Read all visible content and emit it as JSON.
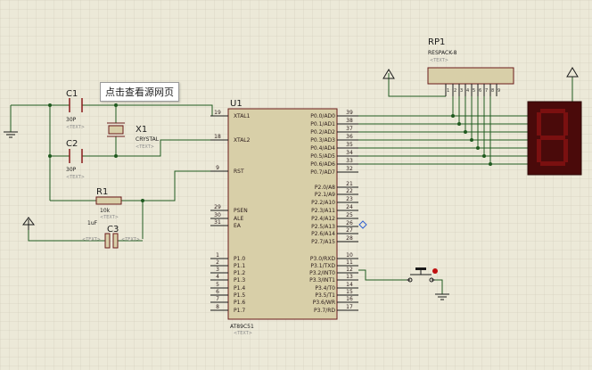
{
  "tooltip": "点击查看源网页",
  "u1": {
    "ref": "U1",
    "part": "AT89C51",
    "text": "<TEXT>",
    "left_pins": [
      {
        "name": "XTAL1",
        "num": "19"
      },
      {
        "name": "XTAL2",
        "num": "18"
      },
      {
        "name": "RST",
        "num": "9"
      },
      {
        "name": "PSEN",
        "num": "29"
      },
      {
        "name": "ALE",
        "num": "30"
      },
      {
        "name": "EA",
        "num": "31"
      },
      {
        "name": "P1.0",
        "num": "1"
      },
      {
        "name": "P1.1",
        "num": "2"
      },
      {
        "name": "P1.2",
        "num": "3"
      },
      {
        "name": "P1.3",
        "num": "4"
      },
      {
        "name": "P1.4",
        "num": "5"
      },
      {
        "name": "P1.5",
        "num": "6"
      },
      {
        "name": "P1.6",
        "num": "7"
      },
      {
        "name": "P1.7",
        "num": "8"
      }
    ],
    "right_pins": [
      {
        "name": "P0.0/AD0",
        "num": "39"
      },
      {
        "name": "P0.1/AD1",
        "num": "38"
      },
      {
        "name": "P0.2/AD2",
        "num": "37"
      },
      {
        "name": "P0.3/AD3",
        "num": "36"
      },
      {
        "name": "P0.4/AD4",
        "num": "35"
      },
      {
        "name": "P0.5/AD5",
        "num": "34"
      },
      {
        "name": "P0.6/AD6",
        "num": "33"
      },
      {
        "name": "P0.7/AD7",
        "num": "32"
      },
      {
        "name": "P2.0/A8",
        "num": "21"
      },
      {
        "name": "P2.1/A9",
        "num": "22"
      },
      {
        "name": "P2.2/A10",
        "num": "23"
      },
      {
        "name": "P2.3/A11",
        "num": "24"
      },
      {
        "name": "P2.4/A12",
        "num": "25"
      },
      {
        "name": "P2.5/A13",
        "num": "26"
      },
      {
        "name": "P2.6/A14",
        "num": "27"
      },
      {
        "name": "P2.7/A15",
        "num": "28"
      },
      {
        "name": "P3.0/RXD",
        "num": "10"
      },
      {
        "name": "P3.1/TXD",
        "num": "11"
      },
      {
        "name": "P3.2/INT0",
        "num": "12"
      },
      {
        "name": "P3.3/INT1",
        "num": "13"
      },
      {
        "name": "P3.4/T0",
        "num": "14"
      },
      {
        "name": "P3.5/T1",
        "num": "15"
      },
      {
        "name": "P3.6/WR",
        "num": "16"
      },
      {
        "name": "P3.7/RD",
        "num": "17"
      }
    ]
  },
  "c1": {
    "ref": "C1",
    "value": "30P",
    "text": "<TEXT>"
  },
  "c2": {
    "ref": "C2",
    "value": "30P",
    "text": "<TEXT>"
  },
  "x1": {
    "ref": "X1",
    "value": "CRYSTAL",
    "text": "<TEXT>"
  },
  "r1": {
    "ref": "R1",
    "value": "10k",
    "text": "<TEXT>"
  },
  "c3": {
    "ref": "C3",
    "value": "1uF",
    "text": "<TEXT>"
  },
  "rp1": {
    "ref": "RP1",
    "value": "RESPACK-8",
    "text": "<TEXT>",
    "pins": [
      "1",
      "2",
      "3",
      "4",
      "5",
      "6",
      "7",
      "8",
      "9"
    ]
  },
  "display": {
    "digit": "8"
  }
}
